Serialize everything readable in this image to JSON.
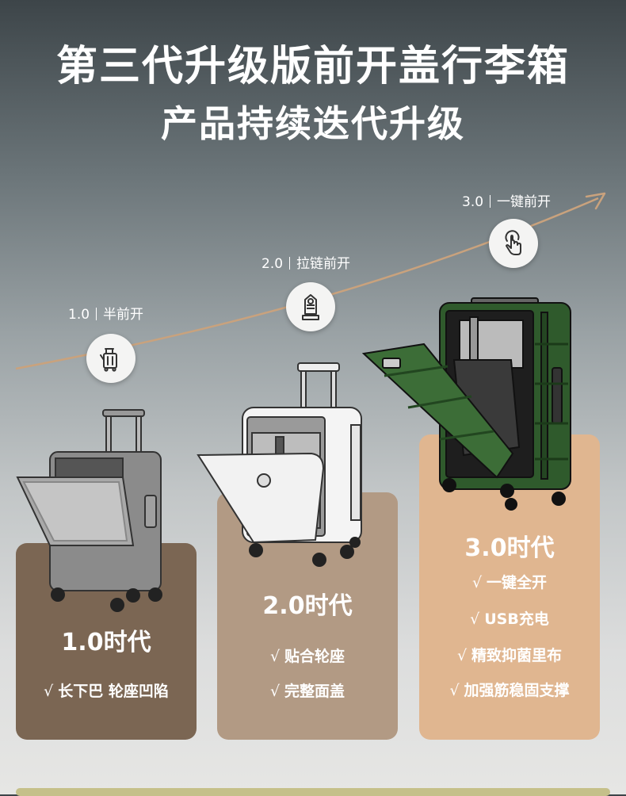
{
  "headline": {
    "line1": "第三代升级版前开盖行李箱",
    "line2": "产品持续迭代升级"
  },
  "stages": [
    {
      "label_version": "1.0",
      "label_name": "半前开",
      "icon": "suitcase-icon",
      "panel_title": "1.0时代",
      "features": [
        "长下巴 轮座凹陷"
      ]
    },
    {
      "label_version": "2.0",
      "label_name": "拉链前开",
      "icon": "zipper-icon",
      "panel_title": "2.0时代",
      "features": [
        "贴合轮座",
        "完整面盖"
      ]
    },
    {
      "label_version": "3.0",
      "label_name": "一键前开",
      "icon": "press-button-icon",
      "panel_title": "3.0时代",
      "features": [
        "一键全开",
        "USB充电",
        "精致抑菌里布",
        "加强筋稳固支撑"
      ]
    }
  ],
  "check_mark": "√",
  "colors": {
    "panel_1": "#7b6653",
    "panel_2": "#b29a84",
    "panel_3": "#e0b690",
    "trend_arrow": "#c9a27d",
    "case_3_green": "#2f5a2c"
  }
}
